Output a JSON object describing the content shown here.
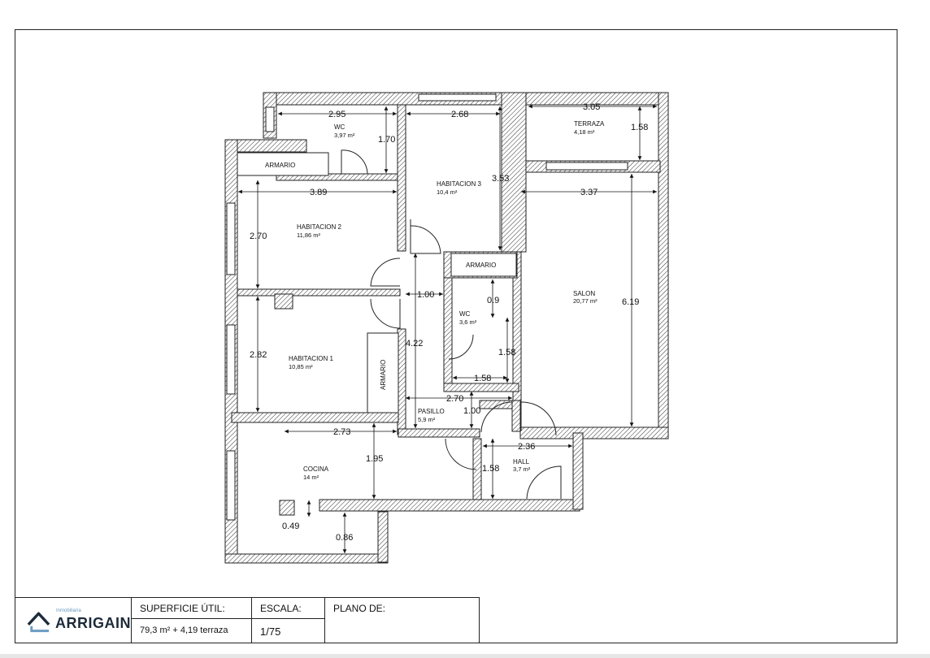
{
  "rooms": {
    "wc_top": {
      "name": "WC",
      "area": "3,97 m²"
    },
    "terraza": {
      "name": "TERRAZA",
      "area": "4,18 m²"
    },
    "habitacion3": {
      "name": "HABITACION 3",
      "area": "10,4 m²"
    },
    "habitacion2": {
      "name": "HABITACION 2",
      "area": "11,86 m²"
    },
    "salon": {
      "name": "SALON",
      "area": "20,77 m²"
    },
    "wc_mid": {
      "name": "WC",
      "area": "3,6 m²"
    },
    "habitacion1": {
      "name": "HABITACION 1",
      "area": "10,85 m²"
    },
    "pasillo": {
      "name": "PASILLO",
      "area": "5,9 m²"
    },
    "hall": {
      "name": "HALL",
      "area": "3,7 m²"
    },
    "cocina": {
      "name": "COCINA",
      "area": "14 m²"
    }
  },
  "closets": {
    "armario_hab2": "ARMARIO",
    "armario_hab3": "ARMARIO",
    "armario_hab1": "ARMARIO"
  },
  "dimensions": {
    "wc_top_width": "2.95",
    "wc_top_height": "1.70",
    "hab3_width": "2.68",
    "hab3_height": "3.53",
    "terraza_width": "3.05",
    "terraza_height": "1.58",
    "hab2_width": "3.89",
    "hab2_height": "2.70",
    "salon_width": "3.37",
    "salon_height": "6.19",
    "corridor_width": "1.00",
    "wc_mid_small": "0.9",
    "wc_mid_height": "1.58",
    "wc_mid_width": "1.58",
    "hab1_height": "2.82",
    "pasillo_length": "4.22",
    "pasillo_width": "2.70",
    "pasillo_small": "1.00",
    "cocina_width": "2.73",
    "cocina_height": "1.95",
    "hall_width": "2.36",
    "hall_height": "1.58",
    "cocina_small1": "0.49",
    "cocina_small2": "0.86"
  },
  "title_block": {
    "brand_small": "Inmobiliaria",
    "brand": "ARRIGAIN",
    "surface_label": "SUPERFICIE ÚTIL:",
    "surface_value": "79,3 m² + 4,19 terraza",
    "scale_label": "ESCALA:",
    "scale_value": "1/75",
    "plan_label": "PLANO DE:",
    "plan_value": ""
  },
  "colors": {
    "wall": "#222222",
    "logo_dark": "#1d2b3a",
    "logo_light": "#6b9bc3"
  }
}
